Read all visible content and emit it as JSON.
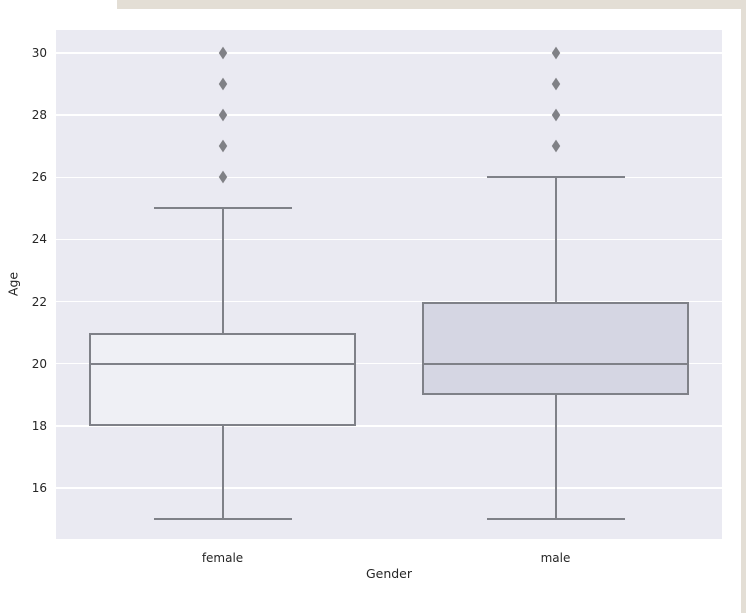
{
  "window": {
    "edge_top_color": "#e3ded5",
    "edge_right_color": "#e3ded5"
  },
  "chart_data": {
    "type": "boxplot",
    "title": "",
    "xlabel": "Gender",
    "ylabel": "Age",
    "categories": [
      "female",
      "male"
    ],
    "yticks": [
      16,
      18,
      20,
      22,
      24,
      26,
      28,
      30
    ],
    "ylim": [
      14.36,
      30.74
    ],
    "grid": true,
    "legend": "none",
    "series": [
      {
        "name": "female",
        "whisker_low": 15,
        "q1": 18,
        "median": 20,
        "q3": 21,
        "whisker_high": 25,
        "outliers": [
          26,
          27,
          28,
          29,
          30
        ],
        "fill": "#eff0f5"
      },
      {
        "name": "male",
        "whisker_low": 15,
        "q1": 19,
        "median": 20,
        "q3": 22,
        "whisker_high": 26,
        "outliers": [
          27,
          28,
          29,
          30
        ],
        "fill": "#d5d6e3"
      }
    ],
    "colors": {
      "plot_bg": "#eaeaf2",
      "grid": "#ffffff",
      "line": "#7f8188",
      "outlier": "#808186",
      "text": "#262626"
    }
  }
}
